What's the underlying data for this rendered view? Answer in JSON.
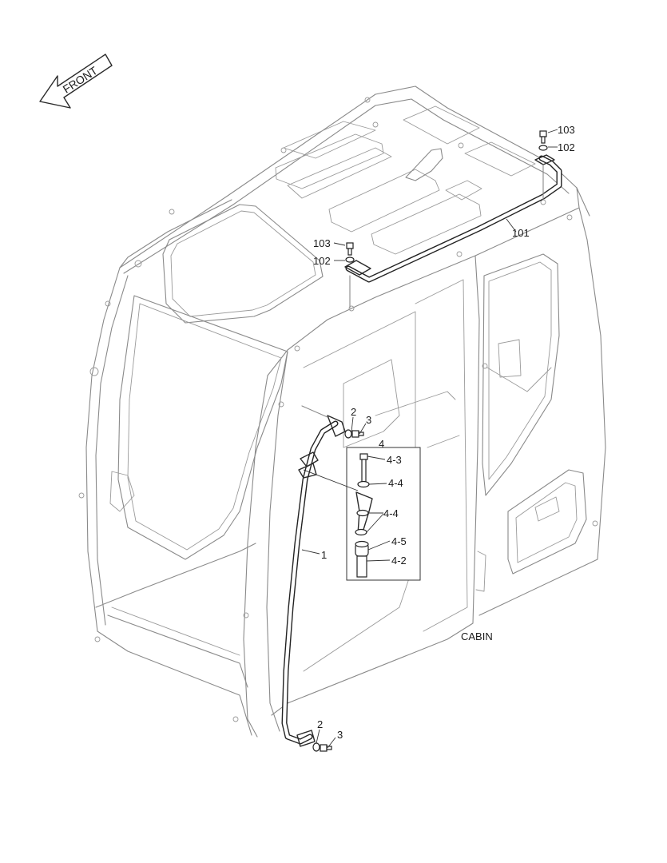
{
  "orientation": {
    "label": "FRONT"
  },
  "assembly": {
    "label": "CABIN"
  },
  "callouts": {
    "p1": "1",
    "p2_upper": "2",
    "p3_upper": "3",
    "p2_lower": "2",
    "p3_lower": "3",
    "p4": "4",
    "p4_3": "4-3",
    "p4_4a": "4-4",
    "p4_4b": "4-4",
    "p4_5": "4-5",
    "p4_2": "4-2",
    "p101": "101",
    "p102_right": "102",
    "p103_right": "103",
    "p102_left": "102",
    "p103_left": "103"
  }
}
